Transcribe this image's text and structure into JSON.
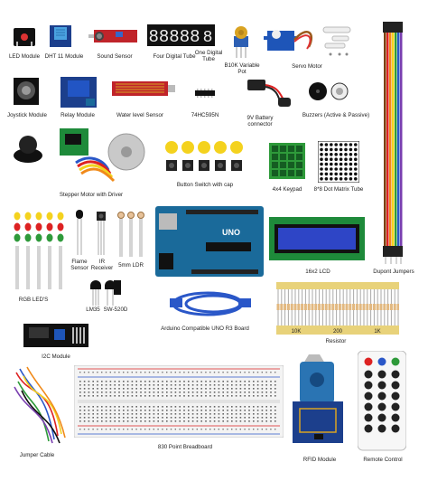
{
  "captions": {
    "led_module": "LED Module",
    "dht11": "DHT 11 Module",
    "sound_sensor": "Sound Sensor",
    "four_digit": "Four Digital Tube",
    "one_digit": "One Digital Tube",
    "pot": "B10K Variable Pot",
    "servo": "Servo Motor",
    "joystick": "Joystick Module",
    "relay": "Relay Module",
    "water": "Water level Sensor",
    "ic": "74HC595N",
    "battery": "9V Battery connector",
    "buzzers": "Buzzers (Active & Passive)",
    "stepper": "Stepper Motor with Driver",
    "button": "Button Switch with cap",
    "keypad": "4x4 Keypad",
    "matrix": "8*8 Dot Matrix Tube",
    "flame": "Flame Sensor",
    "ir": "IR Receiver",
    "ldr": "5mm LDR",
    "lcd": "16x2 LCD",
    "dupont": "Dupont Jumpers",
    "rgb": "RGB LED'S",
    "lm35": "LM35",
    "sw520d": "SW-520D",
    "uno": "Arduino Compatible UNO R3 Board",
    "resistor": "Resistor",
    "i2c": "I2C Module",
    "jumper": "Jumper Cable",
    "breadboard": "830 Point Breadboard",
    "rfid": "RFID Module",
    "remote": "Remote Control"
  },
  "markings": {
    "four_digit_display": "88888",
    "one_digit_display": "8",
    "uno_logo": "UNO",
    "resistor_10k": "10K",
    "resistor_200": "200",
    "resistor_1k": "1K"
  },
  "colors": {
    "pcb_blue": "#1c3f8c",
    "pcb_red": "#c0242a",
    "pcb_green": "#1e8a3a",
    "arduino_teal": "#1a6a9a",
    "button_yellow": "#f4d21e",
    "lcd_blue": "#2e45c6"
  }
}
